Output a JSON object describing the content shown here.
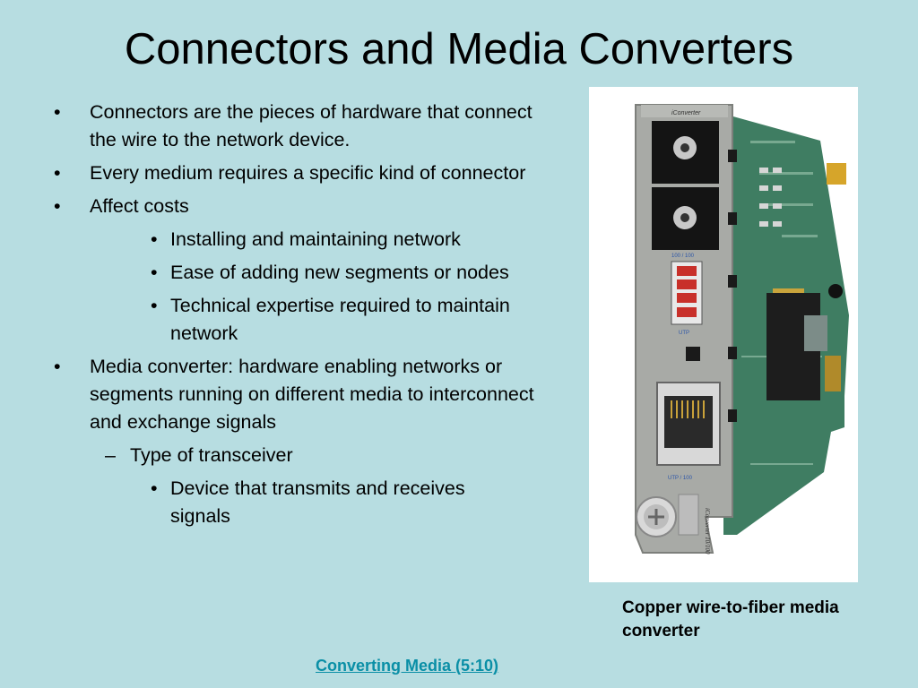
{
  "slide": {
    "title": "Connectors and Media Converters",
    "bullets": [
      {
        "level": 0,
        "marker": "•",
        "text": "Connectors are the pieces of hardware that connect the wire to the network device."
      },
      {
        "level": 0,
        "marker": "•",
        "text": "Every medium requires a specific kind of connector"
      },
      {
        "level": 0,
        "marker": "•",
        "text": "Affect costs"
      },
      {
        "level": 2,
        "marker": "•",
        "text": "Installing and maintaining network"
      },
      {
        "level": 2,
        "marker": "•",
        "text": "Ease of adding new segments or nodes"
      },
      {
        "level": 2,
        "marker": "•",
        "text": "Technical expertise required to maintain network"
      },
      {
        "level": 0,
        "marker": "•",
        "text": "Media converter: hardware enabling networks or segments running on different media to interconnect and exchange signals"
      },
      {
        "level": 1,
        "marker": "–",
        "text": "Type of transceiver"
      },
      {
        "level": 2,
        "marker": "•",
        "text": "Device that transmits and receives signals"
      }
    ],
    "image_caption": "Copper wire-to-fiber media converter",
    "footer_link": "Converting Media (5:10)",
    "device_labels": {
      "brand": "iConverter",
      "speed": "100 / 100",
      "utp": "UTP",
      "utp_port": "UTP / 100",
      "model": "iConverter 10/100"
    }
  }
}
